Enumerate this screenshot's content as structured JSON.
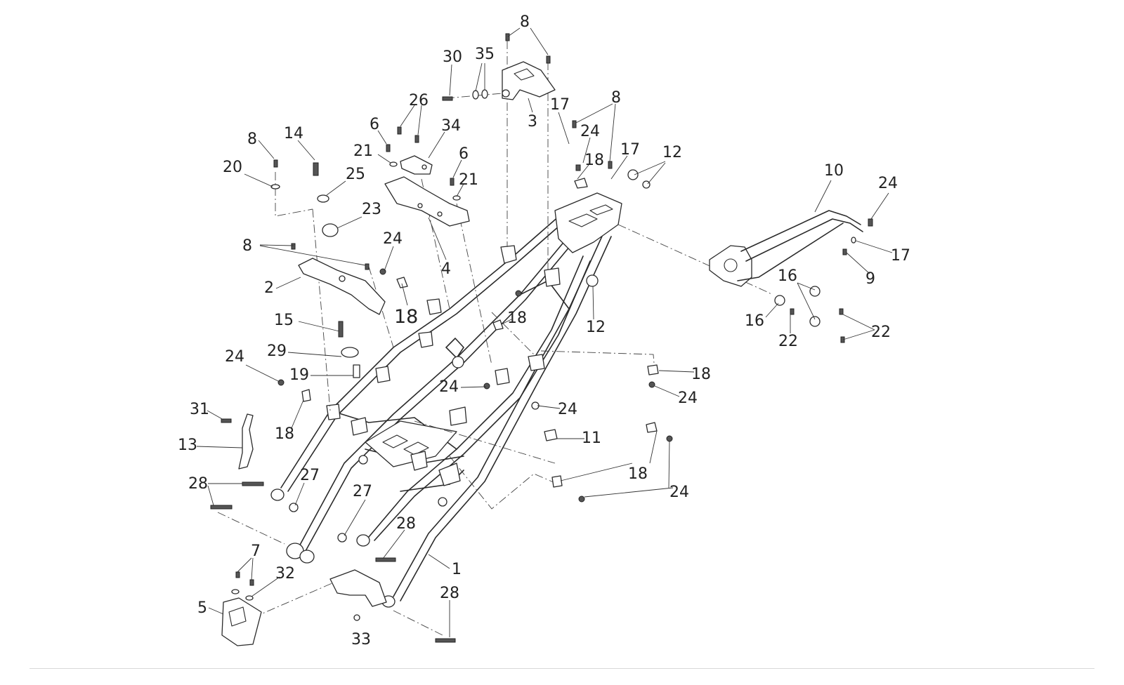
{
  "diagram": {
    "callouts": [
      {
        "id": "c8a",
        "text": "8"
      },
      {
        "id": "c30",
        "text": "30"
      },
      {
        "id": "c35",
        "text": "35"
      },
      {
        "id": "c3",
        "text": "3"
      },
      {
        "id": "c17a",
        "text": "17"
      },
      {
        "id": "c8b",
        "text": "8"
      },
      {
        "id": "c26",
        "text": "26"
      },
      {
        "id": "c6a",
        "text": "6"
      },
      {
        "id": "c34",
        "text": "34"
      },
      {
        "id": "c24a",
        "text": "24"
      },
      {
        "id": "c17b",
        "text": "17"
      },
      {
        "id": "c12a",
        "text": "12"
      },
      {
        "id": "c8c",
        "text": "8"
      },
      {
        "id": "c14",
        "text": "14"
      },
      {
        "id": "c21a",
        "text": "21"
      },
      {
        "id": "c6b",
        "text": "6"
      },
      {
        "id": "c18a",
        "text": "18"
      },
      {
        "id": "c20",
        "text": "20"
      },
      {
        "id": "c25",
        "text": "25"
      },
      {
        "id": "c21b",
        "text": "21"
      },
      {
        "id": "c10",
        "text": "10"
      },
      {
        "id": "c24b",
        "text": "24"
      },
      {
        "id": "c23",
        "text": "23"
      },
      {
        "id": "c8d",
        "text": "8"
      },
      {
        "id": "c24c",
        "text": "24"
      },
      {
        "id": "c4",
        "text": "4"
      },
      {
        "id": "c17c",
        "text": "17"
      },
      {
        "id": "c2",
        "text": "2"
      },
      {
        "id": "c16a",
        "text": "16"
      },
      {
        "id": "c9",
        "text": "9"
      },
      {
        "id": "c18b",
        "text": "18"
      },
      {
        "id": "c18c",
        "text": "18"
      },
      {
        "id": "c12b",
        "text": "12"
      },
      {
        "id": "c15",
        "text": "15"
      },
      {
        "id": "c16b",
        "text": "16"
      },
      {
        "id": "c22a",
        "text": "22"
      },
      {
        "id": "c22b",
        "text": "22"
      },
      {
        "id": "c29",
        "text": "29"
      },
      {
        "id": "c24d",
        "text": "24"
      },
      {
        "id": "c19",
        "text": "19"
      },
      {
        "id": "c18d",
        "text": "18"
      },
      {
        "id": "c24e",
        "text": "24"
      },
      {
        "id": "c24f",
        "text": "24"
      },
      {
        "id": "c31",
        "text": "31"
      },
      {
        "id": "c24g",
        "text": "24"
      },
      {
        "id": "c18e",
        "text": "18"
      },
      {
        "id": "c11",
        "text": "11"
      },
      {
        "id": "c13",
        "text": "13"
      },
      {
        "id": "c27a",
        "text": "27"
      },
      {
        "id": "c18f",
        "text": "18"
      },
      {
        "id": "c28a",
        "text": "28"
      },
      {
        "id": "c24h",
        "text": "24"
      },
      {
        "id": "c27b",
        "text": "27"
      },
      {
        "id": "c28b",
        "text": "28"
      },
      {
        "id": "c7",
        "text": "7"
      },
      {
        "id": "c1",
        "text": "1"
      },
      {
        "id": "c32",
        "text": "32"
      },
      {
        "id": "c5",
        "text": "5"
      },
      {
        "id": "c28c",
        "text": "28"
      },
      {
        "id": "c33",
        "text": "33"
      }
    ]
  }
}
